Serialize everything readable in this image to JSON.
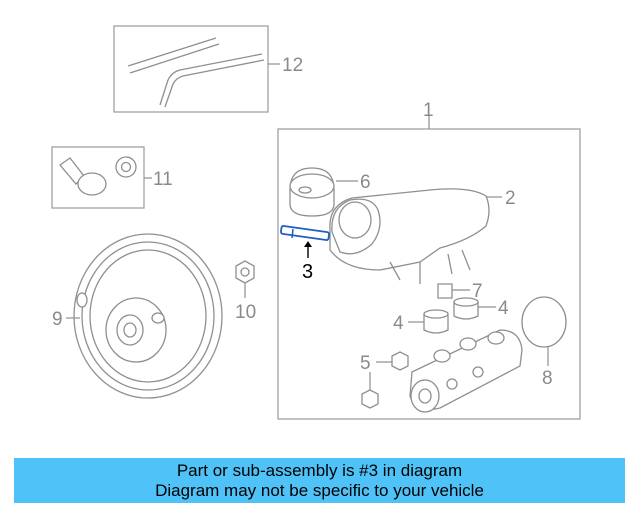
{
  "diagram": {
    "callouts": {
      "c1": "1",
      "c2": "2",
      "c3": "3",
      "c4a": "4",
      "c4b": "4",
      "c5": "5",
      "c6": "6",
      "c7": "7",
      "c8": "8",
      "c9": "9",
      "c10": "10",
      "c11": "11",
      "c12": "12"
    },
    "highlight_color": "#1f5fbf",
    "line_color": "#8f8f8f"
  },
  "banner": {
    "line1": "Part or sub-assembly is #3 in diagram",
    "line2": "Diagram may not be specific to your vehicle",
    "background": "#4fc3f7"
  }
}
